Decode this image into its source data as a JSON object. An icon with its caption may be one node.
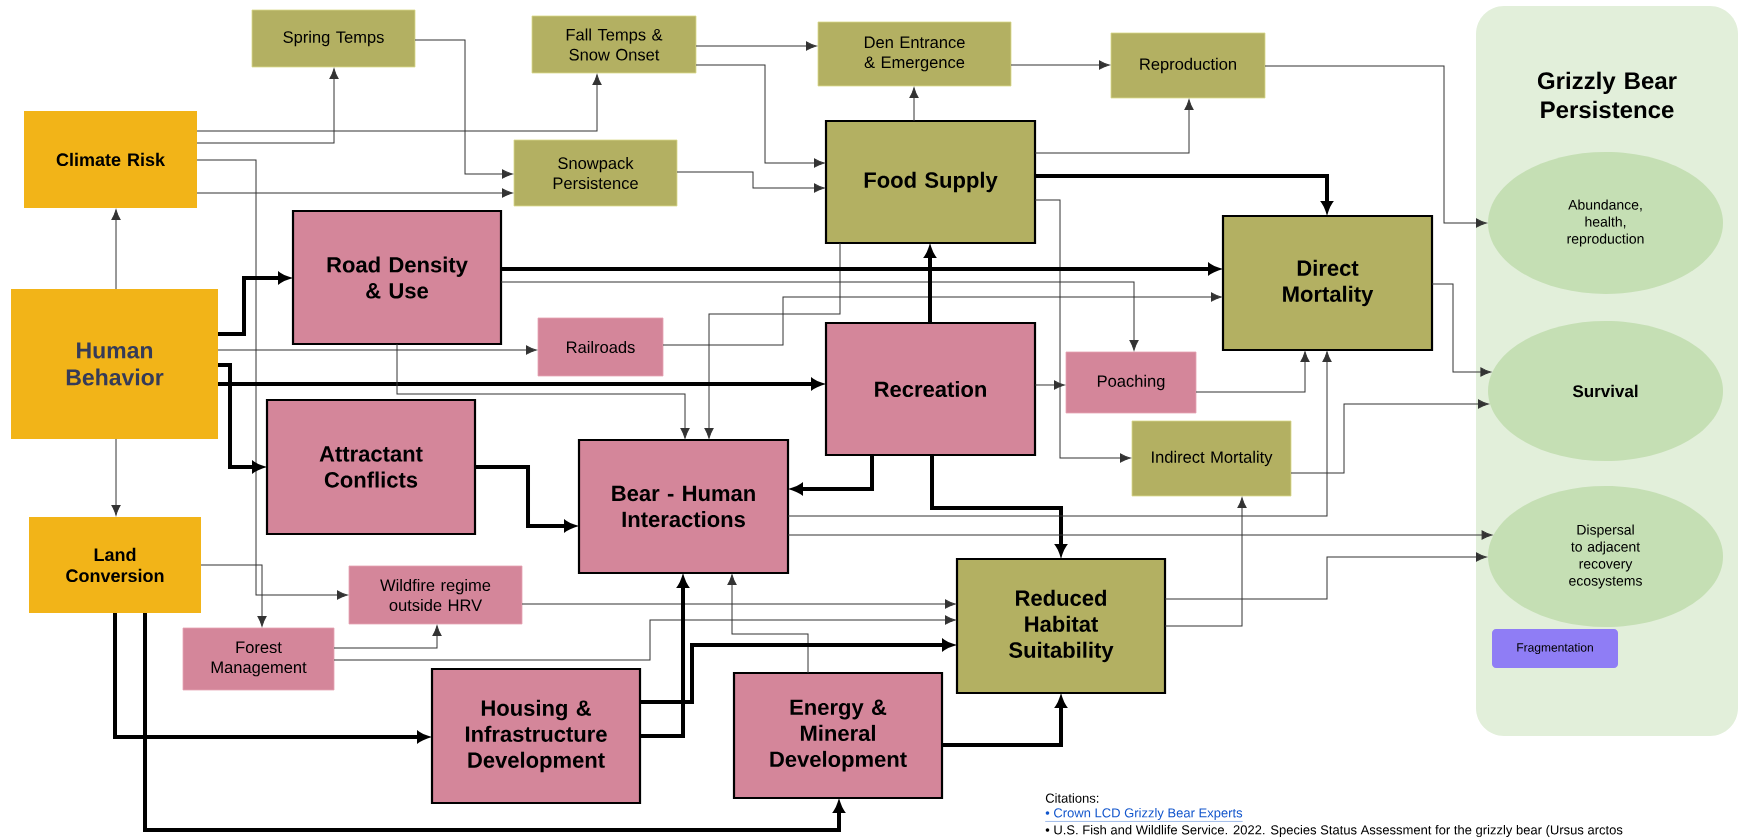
{
  "diagram": {
    "nodes": [
      {
        "text": [
          "Climate Risk"
        ]
      },
      {
        "text": [
          "Spring Temps"
        ]
      },
      {
        "text": [
          "Fall Temps & Snow Onset"
        ]
      },
      {
        "text": [
          "Snowpack Persistence"
        ]
      },
      {
        "text": [
          "Den Entrance & Emergence"
        ]
      },
      {
        "text": [
          "Reproduction"
        ]
      },
      {
        "text": [
          "Food Supply"
        ]
      },
      {
        "text": [
          "Road Density & Use"
        ]
      },
      {
        "text": [
          "Human Behavior"
        ]
      },
      {
        "text": [
          "Railroads"
        ]
      },
      {
        "text": [
          "Direct Mortality"
        ]
      },
      {
        "text": [
          "Recreation"
        ]
      },
      {
        "text": [
          "Poaching"
        ]
      },
      {
        "text": [
          "Attractant Conflicts"
        ]
      },
      {
        "text": [
          "Bear - Human Interactions"
        ]
      },
      {
        "text": [
          "Indirect Mortality"
        ]
      },
      {
        "text": [
          "Land Conversion"
        ]
      },
      {
        "text": [
          "Wildfire regime outside HRV"
        ]
      },
      {
        "text": [
          "Forest Management"
        ]
      },
      {
        "text": [
          "Reduced Habitat Suitability"
        ]
      },
      {
        "text": [
          "Housing & Infrastructure Development"
        ]
      },
      {
        "text": [
          "Energy & Mineral Development"
        ]
      },
      {
        "text": [
          "Grizzly Bear Persistence"
        ]
      },
      {
        "text": [
          "Abundance, health, reproduction"
        ],
        "in": 22
      },
      {
        "text": [
          "Survival"
        ],
        "in": 22
      },
      {
        "text": [
          "Dispersal to adjacent recovery ecosystems"
        ],
        "in": 22
      },
      {
        "text": [
          "Fragmentation"
        ],
        "in": 22
      }
    ],
    "edges": [
      {
        "from": 8,
        "to": 0,
        "arrow": "to"
      },
      {
        "from": 8,
        "to": 16,
        "arrow": "to"
      },
      {
        "from": 0,
        "to": 1,
        "arrow": "to"
      },
      {
        "from": 0,
        "to": 2,
        "arrow": "to"
      },
      {
        "from": 0,
        "to": 3,
        "arrow": "to"
      },
      {
        "from": 0,
        "to": 17,
        "arrow": "to"
      },
      {
        "from": 1,
        "to": 3,
        "arrow": "to"
      },
      {
        "from": 2,
        "to": 4,
        "arrow": "to"
      },
      {
        "from": 2,
        "to": 6,
        "arrow": "to"
      },
      {
        "from": 3,
        "to": 6,
        "arrow": "to"
      },
      {
        "from": 4,
        "to": 5,
        "arrow": "to"
      },
      {
        "from": 6,
        "to": 4,
        "arrow": "to"
      },
      {
        "from": 6,
        "to": 5,
        "arrow": "to"
      },
      {
        "from": 6,
        "to": 10,
        "arrow": "to",
        "style": "thick"
      },
      {
        "from": 6,
        "to": 15,
        "arrow": "to"
      },
      {
        "from": 6,
        "to": 14,
        "arrow": "to"
      },
      {
        "from": 5,
        "to": 23,
        "arrow": "to"
      },
      {
        "from": 8,
        "to": 7,
        "arrow": "to",
        "style": "thick"
      },
      {
        "from": 8,
        "to": 9,
        "arrow": "to"
      },
      {
        "from": 8,
        "to": 11,
        "arrow": "to",
        "style": "thick"
      },
      {
        "from": 8,
        "to": 13,
        "arrow": "to",
        "style": "thick"
      },
      {
        "from": 9,
        "to": 10,
        "arrow": "to"
      },
      {
        "from": 7,
        "to": 10,
        "arrow": "to",
        "style": "thick"
      },
      {
        "from": 7,
        "to": 12,
        "arrow": "to"
      },
      {
        "from": 7,
        "to": 14,
        "arrow": "to"
      },
      {
        "from": 11,
        "to": 6,
        "arrow": "to",
        "style": "thick"
      },
      {
        "from": 11,
        "to": 12,
        "arrow": "to"
      },
      {
        "from": 12,
        "to": 10,
        "arrow": "to"
      },
      {
        "from": 11,
        "to": 14,
        "arrow": "to",
        "style": "thick"
      },
      {
        "from": 11,
        "to": 19,
        "arrow": "to",
        "style": "thick"
      },
      {
        "from": 14,
        "to": 10,
        "arrow": "to"
      },
      {
        "from": 14,
        "to": 25,
        "arrow": "to"
      },
      {
        "from": 15,
        "to": 24,
        "arrow": "to"
      },
      {
        "from": 10,
        "to": 24,
        "arrow": "to"
      },
      {
        "from": 19,
        "to": 25,
        "arrow": "to"
      },
      {
        "from": 19,
        "to": 15,
        "arrow": "to"
      },
      {
        "from": 17,
        "to": 19,
        "arrow": "to"
      },
      {
        "from": 18,
        "to": 19,
        "arrow": "to"
      },
      {
        "from": 21,
        "to": 14,
        "arrow": "to"
      },
      {
        "from": 21,
        "to": 19,
        "arrow": "to",
        "style": "thick"
      },
      {
        "from": 20,
        "to": 19,
        "arrow": "to",
        "style": "thick"
      },
      {
        "from": 20,
        "to": 14,
        "arrow": "to",
        "style": "thick"
      },
      {
        "from": 18,
        "to": 17,
        "arrow": "to"
      },
      {
        "from": 16,
        "to": 20,
        "arrow": "to",
        "style": "thick"
      },
      {
        "from": 16,
        "to": 21,
        "arrow": "to",
        "style": "thick"
      },
      {
        "from": 16,
        "to": 18,
        "arrow": "to"
      },
      {
        "from": 13,
        "to": 14,
        "arrow": "to",
        "style": "thick"
      }
    ],
    "labels": [
      "Citations:",
      "• Crown LCD Grizzly Bear Experts",
      "• U.S. Fish and Wildlife Service. 2022. Species Status Assessment for the grizzly bear (Ursus arctos"
    ]
  }
}
